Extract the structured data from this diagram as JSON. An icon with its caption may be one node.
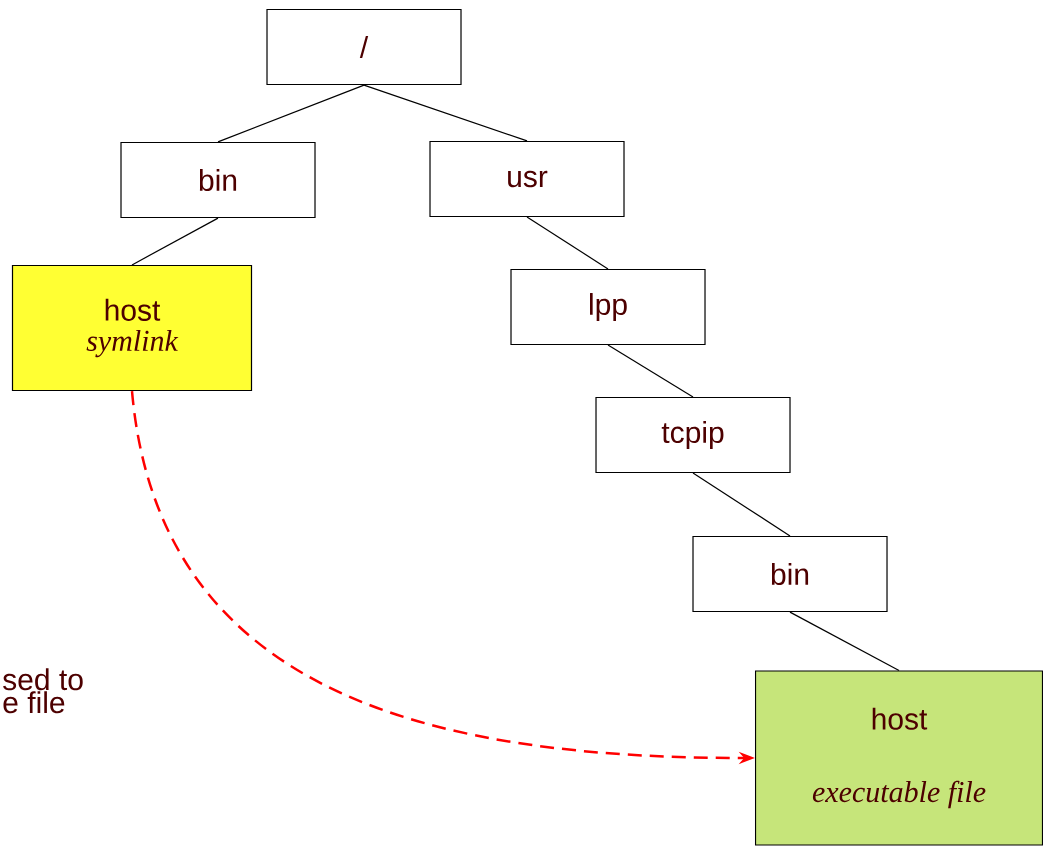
{
  "diagram": {
    "nodes": [
      {
        "text": [
          "/"
        ]
      },
      {
        "text": [
          "bin"
        ]
      },
      {
        "text": [
          "usr"
        ]
      },
      {
        "text": [
          "host",
          "symlink"
        ]
      },
      {
        "text": [
          "lpp"
        ]
      },
      {
        "text": [
          "tcpip"
        ]
      },
      {
        "text": [
          "bin"
        ]
      },
      {
        "text": [
          "host",
          "executable file"
        ]
      }
    ],
    "edges": [
      {
        "from": 0,
        "to": 1,
        "arrow": "none"
      },
      {
        "from": 0,
        "to": 2,
        "arrow": "none"
      },
      {
        "from": 1,
        "to": 3,
        "arrow": "none"
      },
      {
        "from": 2,
        "to": 4,
        "arrow": "none"
      },
      {
        "from": 4,
        "to": 5,
        "arrow": "none"
      },
      {
        "from": 5,
        "to": 6,
        "arrow": "none"
      },
      {
        "from": 6,
        "to": 7,
        "arrow": "none"
      },
      {
        "from": 3,
        "to": 7,
        "arrow": "to",
        "style": "dashed",
        "color": "#ff0000"
      }
    ],
    "labels": [
      "sed to e file"
    ]
  }
}
